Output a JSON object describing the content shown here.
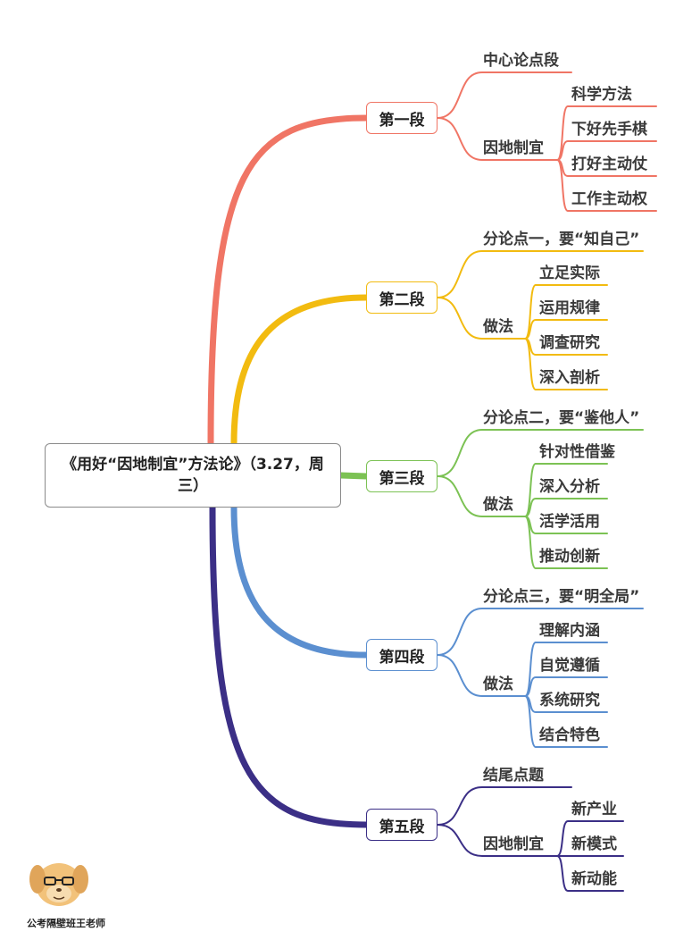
{
  "root": {
    "title": "《用好“因地制宜”方法论》（3.27，周三）"
  },
  "colors": {
    "p1": "#f07565",
    "p2": "#f2bb10",
    "p3": "#7cc254",
    "p4": "#5b8fd0",
    "p5": "#3b2f86"
  },
  "paragraphs": [
    {
      "label": "第一段",
      "branches": [
        {
          "label": "中心论点段",
          "children": []
        },
        {
          "label": "因地制宜",
          "children": [
            "科学方法",
            "下好先手棋",
            "打好主动仗",
            "工作主动权"
          ]
        }
      ]
    },
    {
      "label": "第二段",
      "branches": [
        {
          "label": "分论点一，要“知自己”",
          "children": []
        },
        {
          "label": "做法",
          "children": [
            "立足实际",
            "运用规律",
            "调查研究",
            "深入剖析"
          ]
        }
      ]
    },
    {
      "label": "第三段",
      "branches": [
        {
          "label": "分论点二，要“鉴他人”",
          "children": []
        },
        {
          "label": "做法",
          "children": [
            "针对性借鉴",
            "深入分析",
            "活学活用",
            "推动创新"
          ]
        }
      ]
    },
    {
      "label": "第四段",
      "branches": [
        {
          "label": "分论点三，要“明全局”",
          "children": []
        },
        {
          "label": "做法",
          "children": [
            "理解内涵",
            "自觉遵循",
            "系统研究",
            "结合特色"
          ]
        }
      ]
    },
    {
      "label": "第五段",
      "branches": [
        {
          "label": "结尾点题",
          "children": []
        },
        {
          "label": "因地制宜",
          "children": [
            "新产业",
            "新模式",
            "新动能"
          ]
        }
      ]
    }
  ],
  "watermark": {
    "text": "公考隔壁班王老师"
  }
}
